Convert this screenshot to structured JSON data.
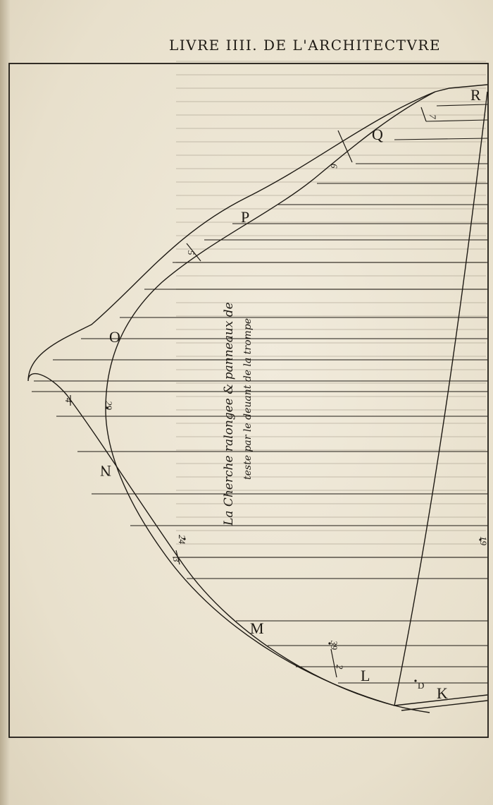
{
  "header": {
    "running_title": "LIVRE IIII. DE L'ARCHITECTVRE"
  },
  "figure": {
    "caption_line1": "La Cherche ralongee & panneaux de",
    "caption_line2": "teste par le deuant de la trompe",
    "letters": {
      "K": "K",
      "L": "L",
      "M": "M",
      "N": "N",
      "O": "O",
      "P": "P",
      "Q": "Q",
      "R": "R",
      "D": "D"
    },
    "numbers": {
      "n2": "2",
      "n3": "3",
      "n4": "4",
      "n5": "5",
      "n6": "6",
      "n7": "7",
      "n19": "19",
      "n24": "24",
      "n29": "29",
      "n39": "39"
    }
  },
  "colors": {
    "ink": "#1e1a14",
    "paper": "#efe8d8"
  }
}
